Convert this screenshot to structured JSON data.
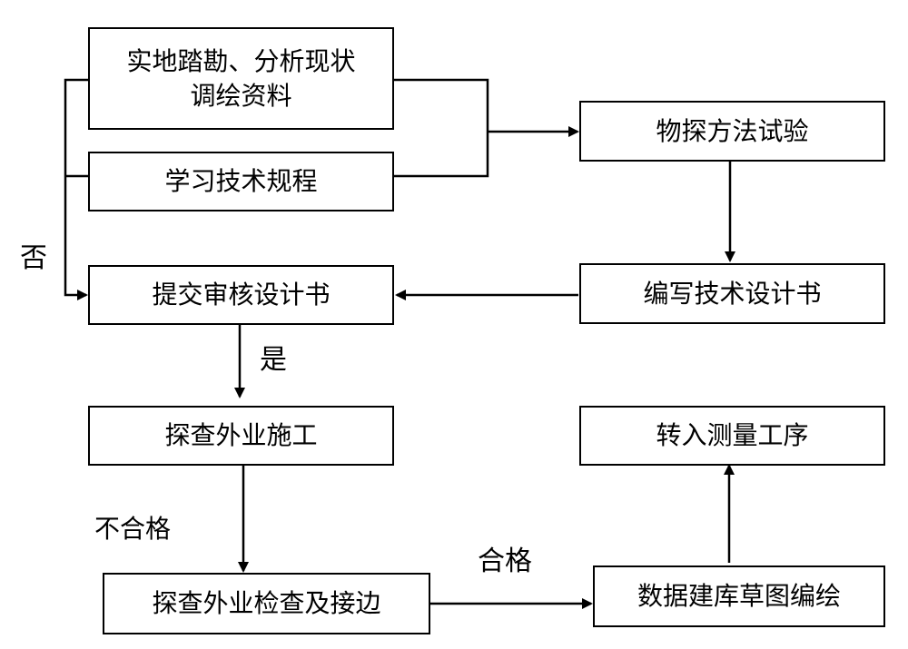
{
  "nodes": {
    "survey": "实地踏勘、分析现状\n调绘资料",
    "study": "学习技术规程",
    "experiment": "物探方法试验",
    "write_design": "编写技术设计书",
    "submit_review": "提交审核设计书",
    "field_work": "探查外业施工",
    "field_check": "探查外业检查及接边",
    "database": "数据建库草图编绘",
    "survey_transfer": "转入测量工序"
  },
  "labels": {
    "no": "否",
    "yes": "是",
    "unqualified": "不合格",
    "qualified": "合格"
  },
  "colors": {
    "line": "#000000",
    "box_fill": "#ffffff"
  }
}
